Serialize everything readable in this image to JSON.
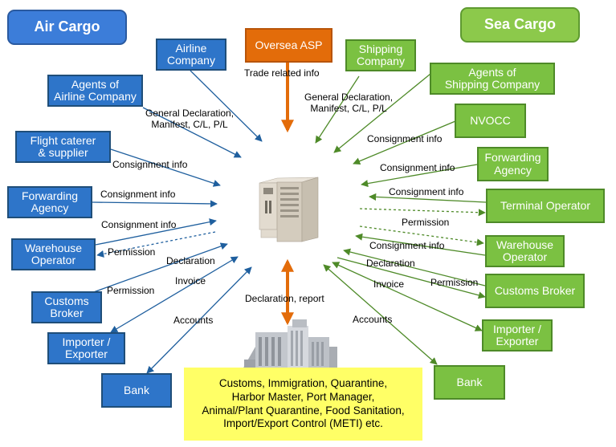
{
  "headers": {
    "air": "Air Cargo",
    "sea": "Sea Cargo"
  },
  "top": {
    "oversea_asp": "Oversea ASP",
    "trade_info": "Trade related info"
  },
  "air_entities": {
    "airline_company": "Airline\nCompany",
    "agents_airline": "Agents of\nAirline Company",
    "flight_caterer": "Flight caterer\n& supplier",
    "forwarding_agency": "Forwarding\nAgency",
    "warehouse_operator": "Warehouse\nOperator",
    "customs_broker": "Customs\nBroker",
    "importer_exporter": "Importer /\nExporter",
    "bank": "Bank"
  },
  "sea_entities": {
    "shipping_company": "Shipping\nCompany",
    "agents_shipping": "Agents of\nShipping Company",
    "nvocc": "NVOCC",
    "forwarding_agency": "Forwarding\nAgency",
    "terminal_operator": "Terminal Operator",
    "warehouse_operator": "Warehouse\nOperator",
    "customs_broker": "Customs Broker",
    "importer_exporter": "Importer /\nExporter",
    "bank": "Bank"
  },
  "air_labels": {
    "general_declaration": "General Declaration,\nManifest, C/L, P/L",
    "consignment_1": "Consignment info",
    "consignment_2": "Consignment info",
    "consignment_3": "Consignment info",
    "permission_1": "Permission",
    "declaration": "Declaration",
    "permission_2": "Permission",
    "invoice": "Invoice",
    "accounts": "Accounts"
  },
  "sea_labels": {
    "general_declaration": "General Declaration,\nManifest, C/L, P/L",
    "consignment_1": "Consignment info",
    "consignment_2": "Consignment info",
    "consignment_3": "Consignment info",
    "permission_1": "Permission",
    "consignment_4": "Consignment info",
    "declaration": "Declaration",
    "permission_2": "Permission",
    "invoice": "Invoice",
    "accounts": "Accounts"
  },
  "center": {
    "declaration_report": "Declaration, report"
  },
  "authorities": "Customs, Immigration, Quarantine,\nHarbor Master, Port Manager,\nAnimal/Plant Quarantine, Food Sanitation,\nImport/Export Control (METI) etc.",
  "colors": {
    "air": "#2E75C9",
    "sea": "#7BC142",
    "asp": "#E36C0A",
    "authority": "#FFFF66",
    "air_arrow": "#1F5F9E",
    "sea_arrow": "#4E8A28",
    "orange_arrow": "#E36C0A"
  },
  "icons": {
    "central": "server-icon",
    "buildings": "government-buildings-icon"
  }
}
